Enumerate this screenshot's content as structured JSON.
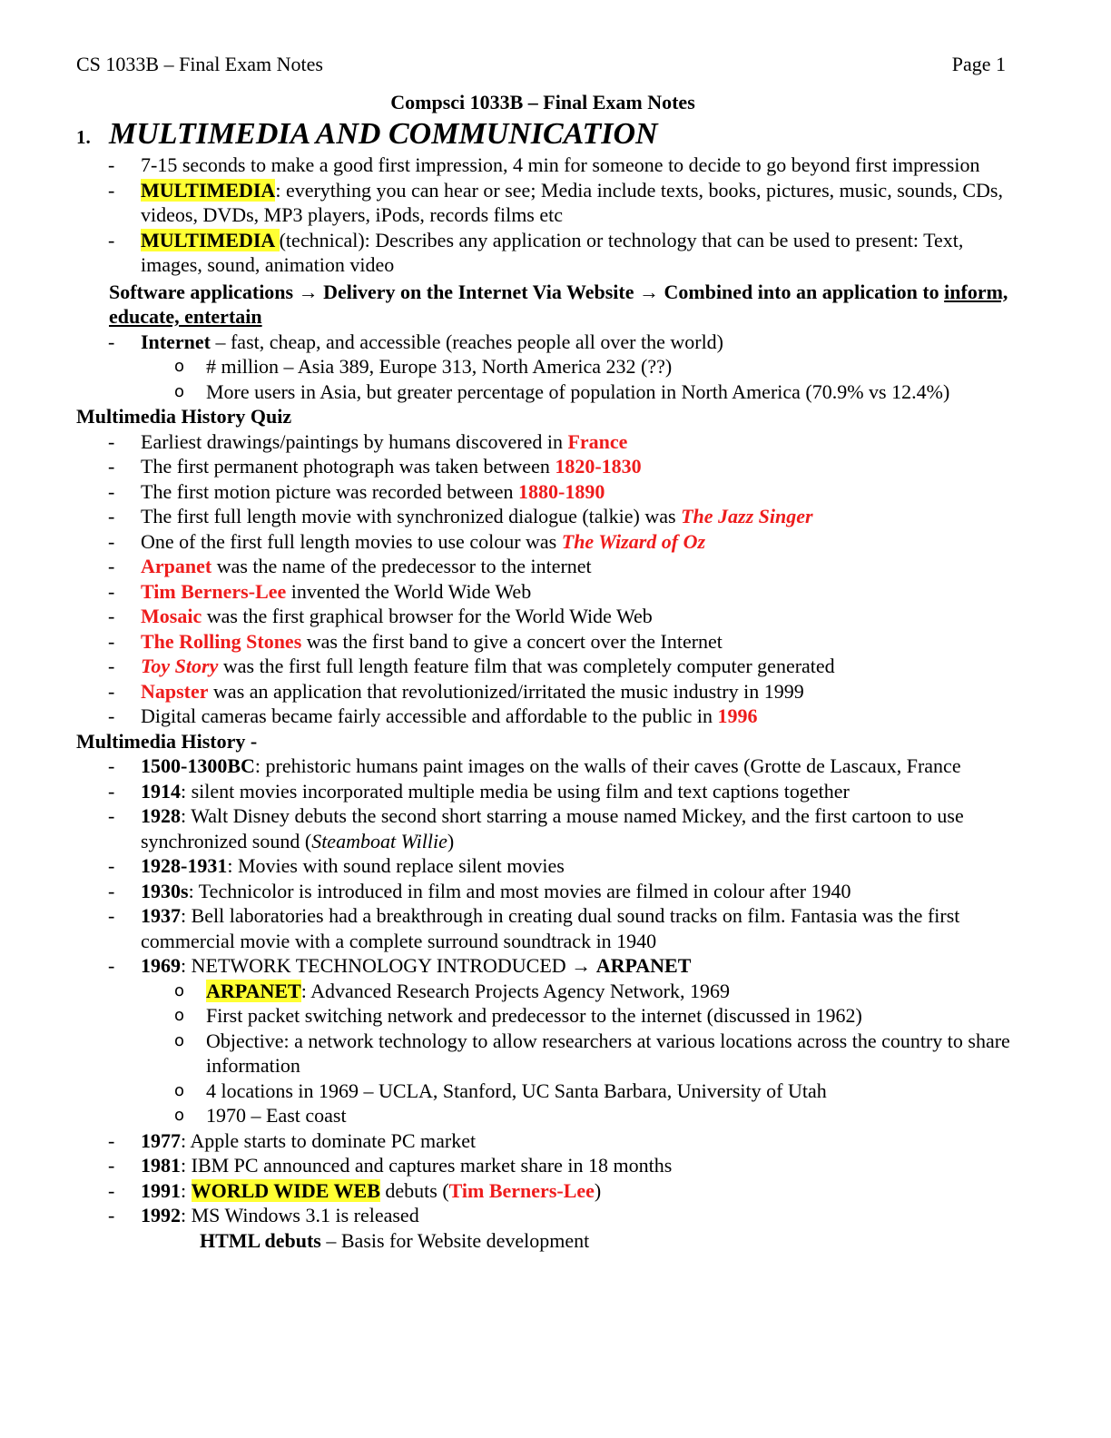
{
  "header": {
    "left": "CS 1033B – Final Exam Notes",
    "right": "Page 1"
  },
  "title": "Compsci 1033B – Final Exam Notes",
  "section": {
    "number": "1.",
    "heading": "MULTIMEDIA AND COMMUNICATION"
  },
  "intro": {
    "b1": "7-15 seconds to make a good first impression, 4 min for someone to decide to go beyond first impression",
    "b2_term": "MULTIMEDIA",
    "b2_rest": ": everything you can hear or see; Media include texts, books, pictures, music, sounds, CDs, videos, DVDs, MP3 players, iPods, records films etc",
    "b3_term": "MULTIMEDIA ",
    "b3_rest": "(technical): Describes any application or technology that can be used to present: Text, images, sound, animation video",
    "flow_a": "Software applications → Delivery on the Internet Via Website → Combined into an application to ",
    "flow_b": "inform, educate, entertain",
    "internet_term": "Internet",
    "internet_rest": " – fast, cheap, and accessible (reaches people all over the world)",
    "sub1": "# million – Asia 389, Europe 313, North America 232 (??)",
    "sub2": "More users in Asia, but greater percentage of population in North America (70.9% vs 12.4%)"
  },
  "quiz": {
    "heading": "Multimedia History Quiz",
    "q1_a": "Earliest drawings/paintings by humans discovered in ",
    "q1_ans": "France",
    "q2_a": "The first permanent photograph was taken between ",
    "q2_ans": "1820-1830",
    "q3_a": "The first motion picture was recorded between ",
    "q3_ans": "1880-1890",
    "q4_a": "The first full length movie with synchronized dialogue (talkie) was ",
    "q4_ans": "The Jazz Singer",
    "q5_a": "One of the first full length movies to use colour was ",
    "q5_ans": "The Wizard of Oz",
    "q6_ans": "Arpanet",
    "q6_b": " was the name of the predecessor to the internet",
    "q7_ans": "Tim Berners-Lee",
    "q7_b": " invented the World Wide Web",
    "q8_ans": "Mosaic",
    "q8_b": " was the first graphical browser for the World Wide Web",
    "q9_ans": "The Rolling Stones",
    "q9_b": " was the first band to give a concert over the Internet",
    "q10_ans": "Toy Story",
    "q10_b": " was the first full length feature film that was completely computer generated",
    "q11_ans": "Napster",
    "q11_b": " was an application that revolutionized/irritated the music industry in 1999",
    "q12_a": "Digital cameras became fairly accessible and affordable to the public in ",
    "q12_ans": "1996"
  },
  "history": {
    "heading": "Multimedia History -",
    "h1_y": "1500-1300BC",
    "h1_t": ": prehistoric humans paint images on the walls of their caves (Grotte de Lascaux, France",
    "h2_y": "1914",
    "h2_t": ": silent movies incorporated multiple media be using film and text captions together",
    "h3_y": "1928",
    "h3_t": ": Walt Disney debuts the second short starring a mouse named Mickey, and the first cartoon to use synchronized sound (",
    "h3_i": "Steamboat Willie",
    "h3_c": ")",
    "h4_y": "1928-1931",
    "h4_t": ": Movies with sound replace silent movies",
    "h5_y": "1930s",
    "h5_t": ": Technicolor is introduced in film and most movies are filmed in colour after 1940",
    "h6_y": "1937",
    "h6_t": ": Bell laboratories had a breakthrough in creating dual sound tracks on film.  Fantasia was the first commercial movie with a complete surround soundtrack in 1940",
    "h7_y": "1969",
    "h7_t": ": NETWORK TECHNOLOGY INTRODUCED → ",
    "h7_b": "ARPANET",
    "s1_term": "ARPANET",
    "s1_rest": ": Advanced Research Projects Agency Network, 1969",
    "s2": "First packet switching network and predecessor to the internet (discussed in 1962)",
    "s3": "Objective: a network technology to allow researchers at various locations across the country to share information",
    "s4": "4 locations in 1969 – UCLA, Stanford, UC Santa Barbara, University of Utah",
    "s5": "1970 – East coast",
    "h8_y": "1977",
    "h8_t": ": Apple starts to dominate PC market",
    "h9_y": "1981",
    "h9_t": ": IBM PC announced and captures market share in 18 months",
    "h10_y": "1991",
    "h10_sep": ": ",
    "h10_hl": "WORLD WIDE WEB",
    "h10_t": " debuts (",
    "h10_red": "Tim Berners-Lee",
    "h10_c": ")",
    "h11_y": "1992",
    "h11_t": ": MS Windows 3.1 is released",
    "html_b": "HTML debuts",
    "html_t": " – Basis for Website development"
  },
  "markers": {
    "dash": "-",
    "circle": "o"
  }
}
